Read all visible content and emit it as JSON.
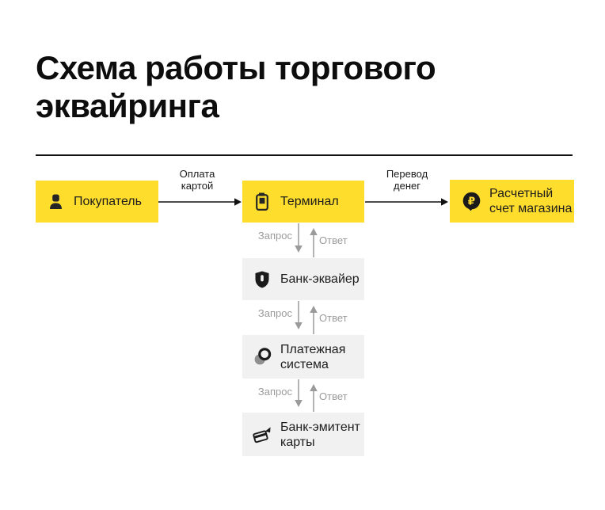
{
  "page": {
    "title": "Схема работы торгового эквайринга"
  },
  "colors": {
    "background": "#FFFFFF",
    "accent_yellow": "#FFDD2D",
    "box_gray": "#F1F1F1",
    "arrow_black": "#111111",
    "arrow_gray": "#9B9B9B",
    "label_gray": "#9B9B9B",
    "text_black": "#1C1C1C"
  },
  "flow": {
    "nodes": [
      {
        "id": "buyer",
        "label": "Покупатель",
        "icon": "person-icon",
        "style": "yellow"
      },
      {
        "id": "terminal",
        "label": "Терминал",
        "icon": "pos-terminal-icon",
        "style": "yellow"
      },
      {
        "id": "merchant-account",
        "label": "Расчетный счет магазина",
        "icon": "ruble-pin-icon",
        "style": "yellow"
      },
      {
        "id": "acquirer-bank",
        "label": "Банк-эквайер",
        "icon": "shield-icon",
        "style": "gray"
      },
      {
        "id": "payment-system",
        "label": "Платежная система",
        "icon": "payment-system-icon",
        "style": "gray"
      },
      {
        "id": "issuer-bank",
        "label": "Банк-эмитент карты",
        "icon": "bank-card-icon",
        "style": "gray"
      }
    ],
    "horizontal_edges": [
      {
        "from": "buyer",
        "to": "terminal",
        "label": "Оплата картой"
      },
      {
        "from": "terminal",
        "to": "merchant-account",
        "label": "Перевод денег"
      }
    ],
    "vertical_edges": [
      {
        "between": "terminal / acquirer-bank",
        "request_label": "Запрос",
        "response_label": "Ответ"
      },
      {
        "between": "acquirer-bank / payment-system",
        "request_label": "Запрос",
        "response_label": "Ответ"
      },
      {
        "between": "payment-system / issuer-bank",
        "request_label": "Запрос",
        "response_label": "Ответ"
      }
    ]
  }
}
